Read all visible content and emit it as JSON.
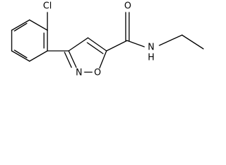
{
  "molecule": {
    "atoms": {
      "chlorine": "Cl",
      "carbonyl_oxygen": "O",
      "amide_nitrogen": "N",
      "amide_hydrogen": "H",
      "ring_nitrogen": "N",
      "ring_oxygen": "O"
    }
  }
}
